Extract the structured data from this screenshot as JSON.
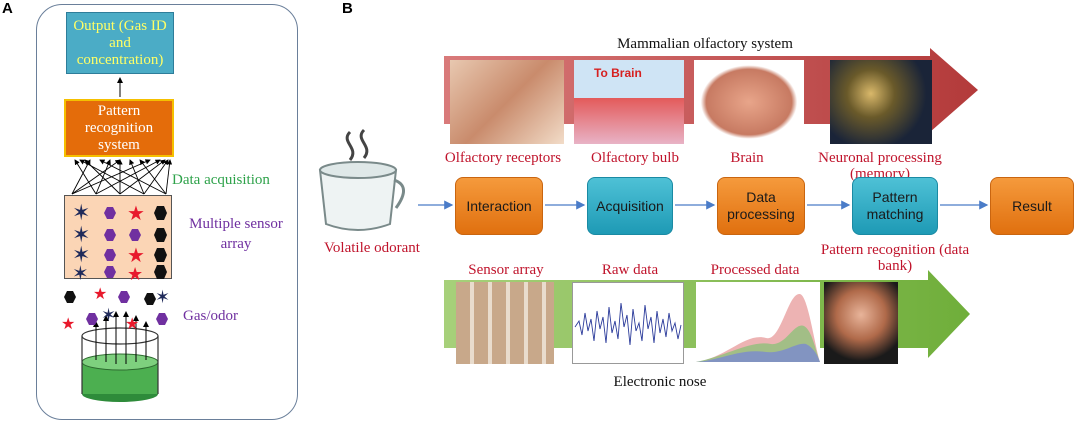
{
  "panels": {
    "a": "A",
    "b": "B"
  },
  "panelA": {
    "output": "Output (Gas ID and concentration)",
    "pattern": "Pattern recognition system",
    "data_acquisition": "Data acquisition",
    "sensor_array": "Multiple sensor array",
    "gas_odor": "Gas/odor"
  },
  "panelB": {
    "mammalian_title": "Mammalian olfactory system",
    "top_labels": [
      "Olfactory receptors",
      "Olfactory bulb",
      "Brain",
      "Neuronal processing (memory)"
    ],
    "to_brain": "To Brain",
    "volatile": "Volatile odorant",
    "flow": [
      "Interaction",
      "Acquisition",
      "Data processing",
      "Pattern matching",
      "Result"
    ],
    "pattern_recognition": "Pattern recognition (data bank)",
    "bottom_labels": [
      "Sensor array",
      "Raw data",
      "Processed data"
    ],
    "enose_title": "Electronic nose"
  },
  "colors": {
    "orange": "#e46c0a",
    "teal": "#4bacc6",
    "red_text": "#c0142c",
    "green_text": "#2ea24a",
    "purple_text": "#7030a0"
  }
}
